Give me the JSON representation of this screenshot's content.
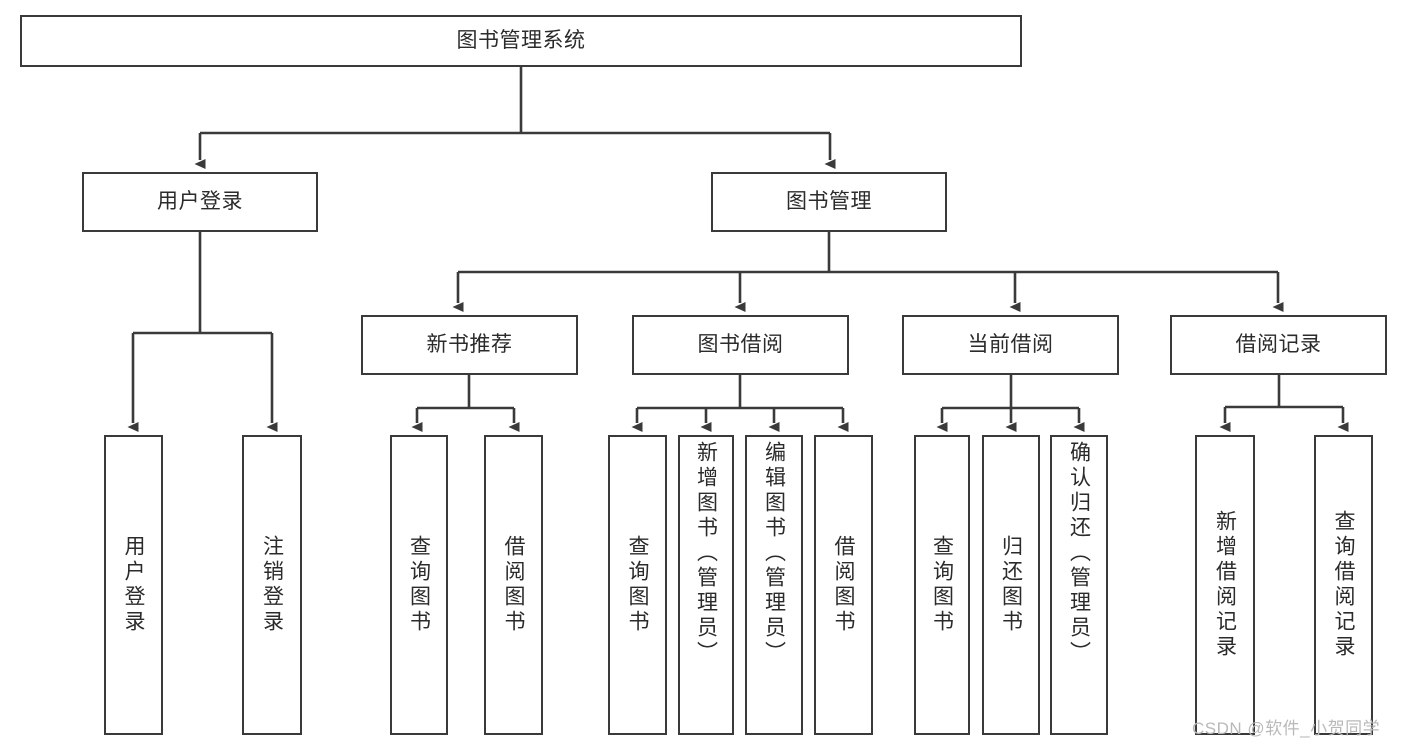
{
  "diagram": {
    "type": "tree-hierarchy-chart",
    "title": "图书管理系统",
    "stroke_color": "#3a3a3a",
    "text_color": "#2b2b2b",
    "background_color": "#ffffff",
    "root": {
      "label": "图书管理系统"
    },
    "level2": [
      {
        "label": "用户登录"
      },
      {
        "label": "图书管理"
      }
    ],
    "level3": [
      {
        "label": "新书推荐"
      },
      {
        "label": "图书借阅"
      },
      {
        "label": "当前借阅"
      },
      {
        "label": "借阅记录"
      }
    ],
    "leaves": {
      "user_login": [
        {
          "label": "用户登录"
        },
        {
          "label": "注销登录"
        }
      ],
      "new_book_recommend": [
        {
          "label": "查询图书"
        },
        {
          "label": "借阅图书"
        }
      ],
      "book_borrow": [
        {
          "label": "查询图书"
        },
        {
          "label": "新增图书（管理员）"
        },
        {
          "label": "编辑图书（管理员）"
        },
        {
          "label": "借阅图书"
        }
      ],
      "current_borrow": [
        {
          "label": "查询图书"
        },
        {
          "label": "归还图书"
        },
        {
          "label": "确认归还（管理员）"
        }
      ],
      "borrow_record": [
        {
          "label": "新增借阅记录"
        },
        {
          "label": "查询借阅记录"
        }
      ]
    }
  },
  "watermark": {
    "text": "CSDN @软件_小贺同学"
  }
}
